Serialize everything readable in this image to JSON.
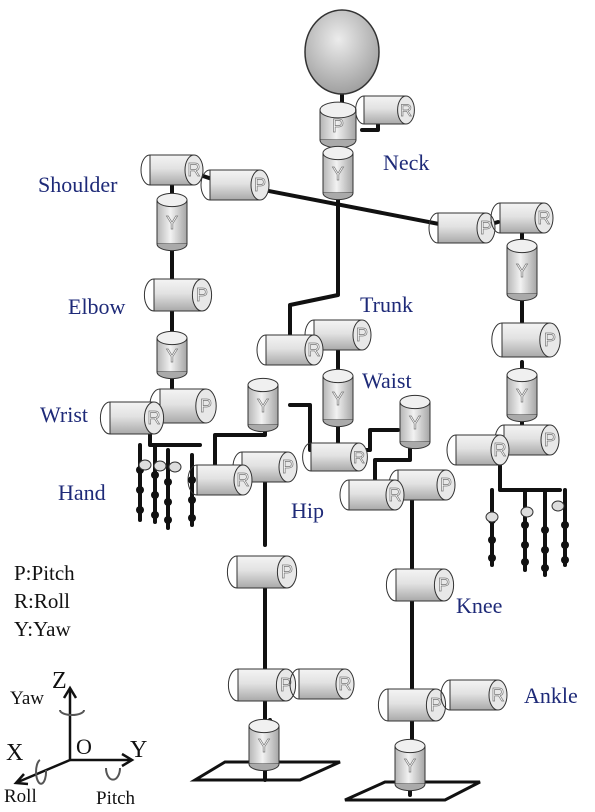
{
  "joint_labels": {
    "neck": "Neck",
    "shoulder": "Shoulder",
    "elbow": "Elbow",
    "trunk": "Trunk",
    "waist": "Waist",
    "wrist": "Wrist",
    "hand": "Hand",
    "hip": "Hip",
    "knee": "Knee",
    "ankle": "Ankle"
  },
  "legend": {
    "pitch": "P:Pitch",
    "roll": "R:Roll",
    "yaw": "Y:Yaw"
  },
  "axes": {
    "z": "Z",
    "x": "X",
    "y": "Y",
    "origin": "O",
    "yaw": "Yaw",
    "roll": "Roll",
    "pitch": "Pitch"
  },
  "joint_letters": {
    "pitch": "P",
    "roll": "R",
    "yaw": "Y"
  },
  "colors": {
    "label": "#1e2a78",
    "link": "#111111",
    "joint_fill": "#d9d9d9",
    "head_fill": "#c8c8c8"
  }
}
